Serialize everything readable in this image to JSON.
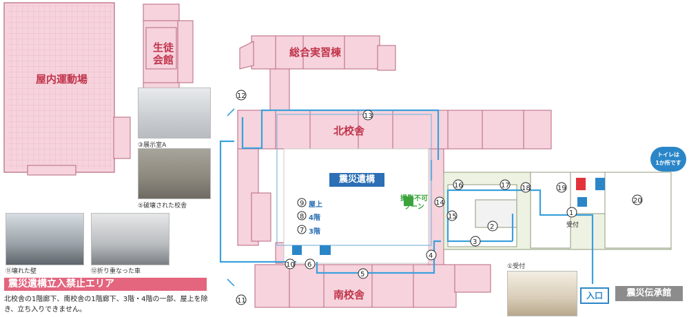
{
  "buildings": {
    "gym": "屋内運動場",
    "student_hall": "生徒\n会館",
    "practice_bldg": "総合実習棟",
    "north": "北校舎",
    "south": "南校舎"
  },
  "site_label": "震災遺構",
  "hall_label": "震災伝承館",
  "entrance_label": "入口",
  "reception_caption": "受付",
  "no_photo_zone": [
    "撮影不可",
    "ゾーン"
  ],
  "toilet_note": [
    "トイレは",
    "1か所です"
  ],
  "floors": [
    {
      "num": "⑨",
      "label": "屋上"
    },
    {
      "num": "⑧",
      "label": "4階"
    },
    {
      "num": "⑦",
      "label": "3階"
    }
  ],
  "route_numbers": [
    "①",
    "②",
    "③",
    "④",
    "⑤",
    "⑥",
    "⑩",
    "⑪",
    "⑫",
    "⑬",
    "⑭",
    "⑮",
    "⑯",
    "⑰",
    "⑱",
    "⑲",
    "⑳"
  ],
  "photos": {
    "exhibit_a": "③展示室A",
    "destroyed": "⑤破壊された校舎",
    "broken_wall": "⑪壊れた壁",
    "stacked_car": "⑫折り重なった車",
    "reception": "①受付"
  },
  "restricted": {
    "title": "震災遺構立入禁止エリア",
    "desc": "北校舎の1階廊下、南校舎の1階廊下、3階・4階の一部、屋上を除き、立ち入りできません。"
  },
  "colors": {
    "building_fill": "#f6d3dd",
    "building_stroke": "#b7667e",
    "route": "#3aa0dc",
    "hall_fill": "#eef2e2",
    "accent_blue": "#2b6fb5",
    "zone_pink": "#e3657e"
  }
}
